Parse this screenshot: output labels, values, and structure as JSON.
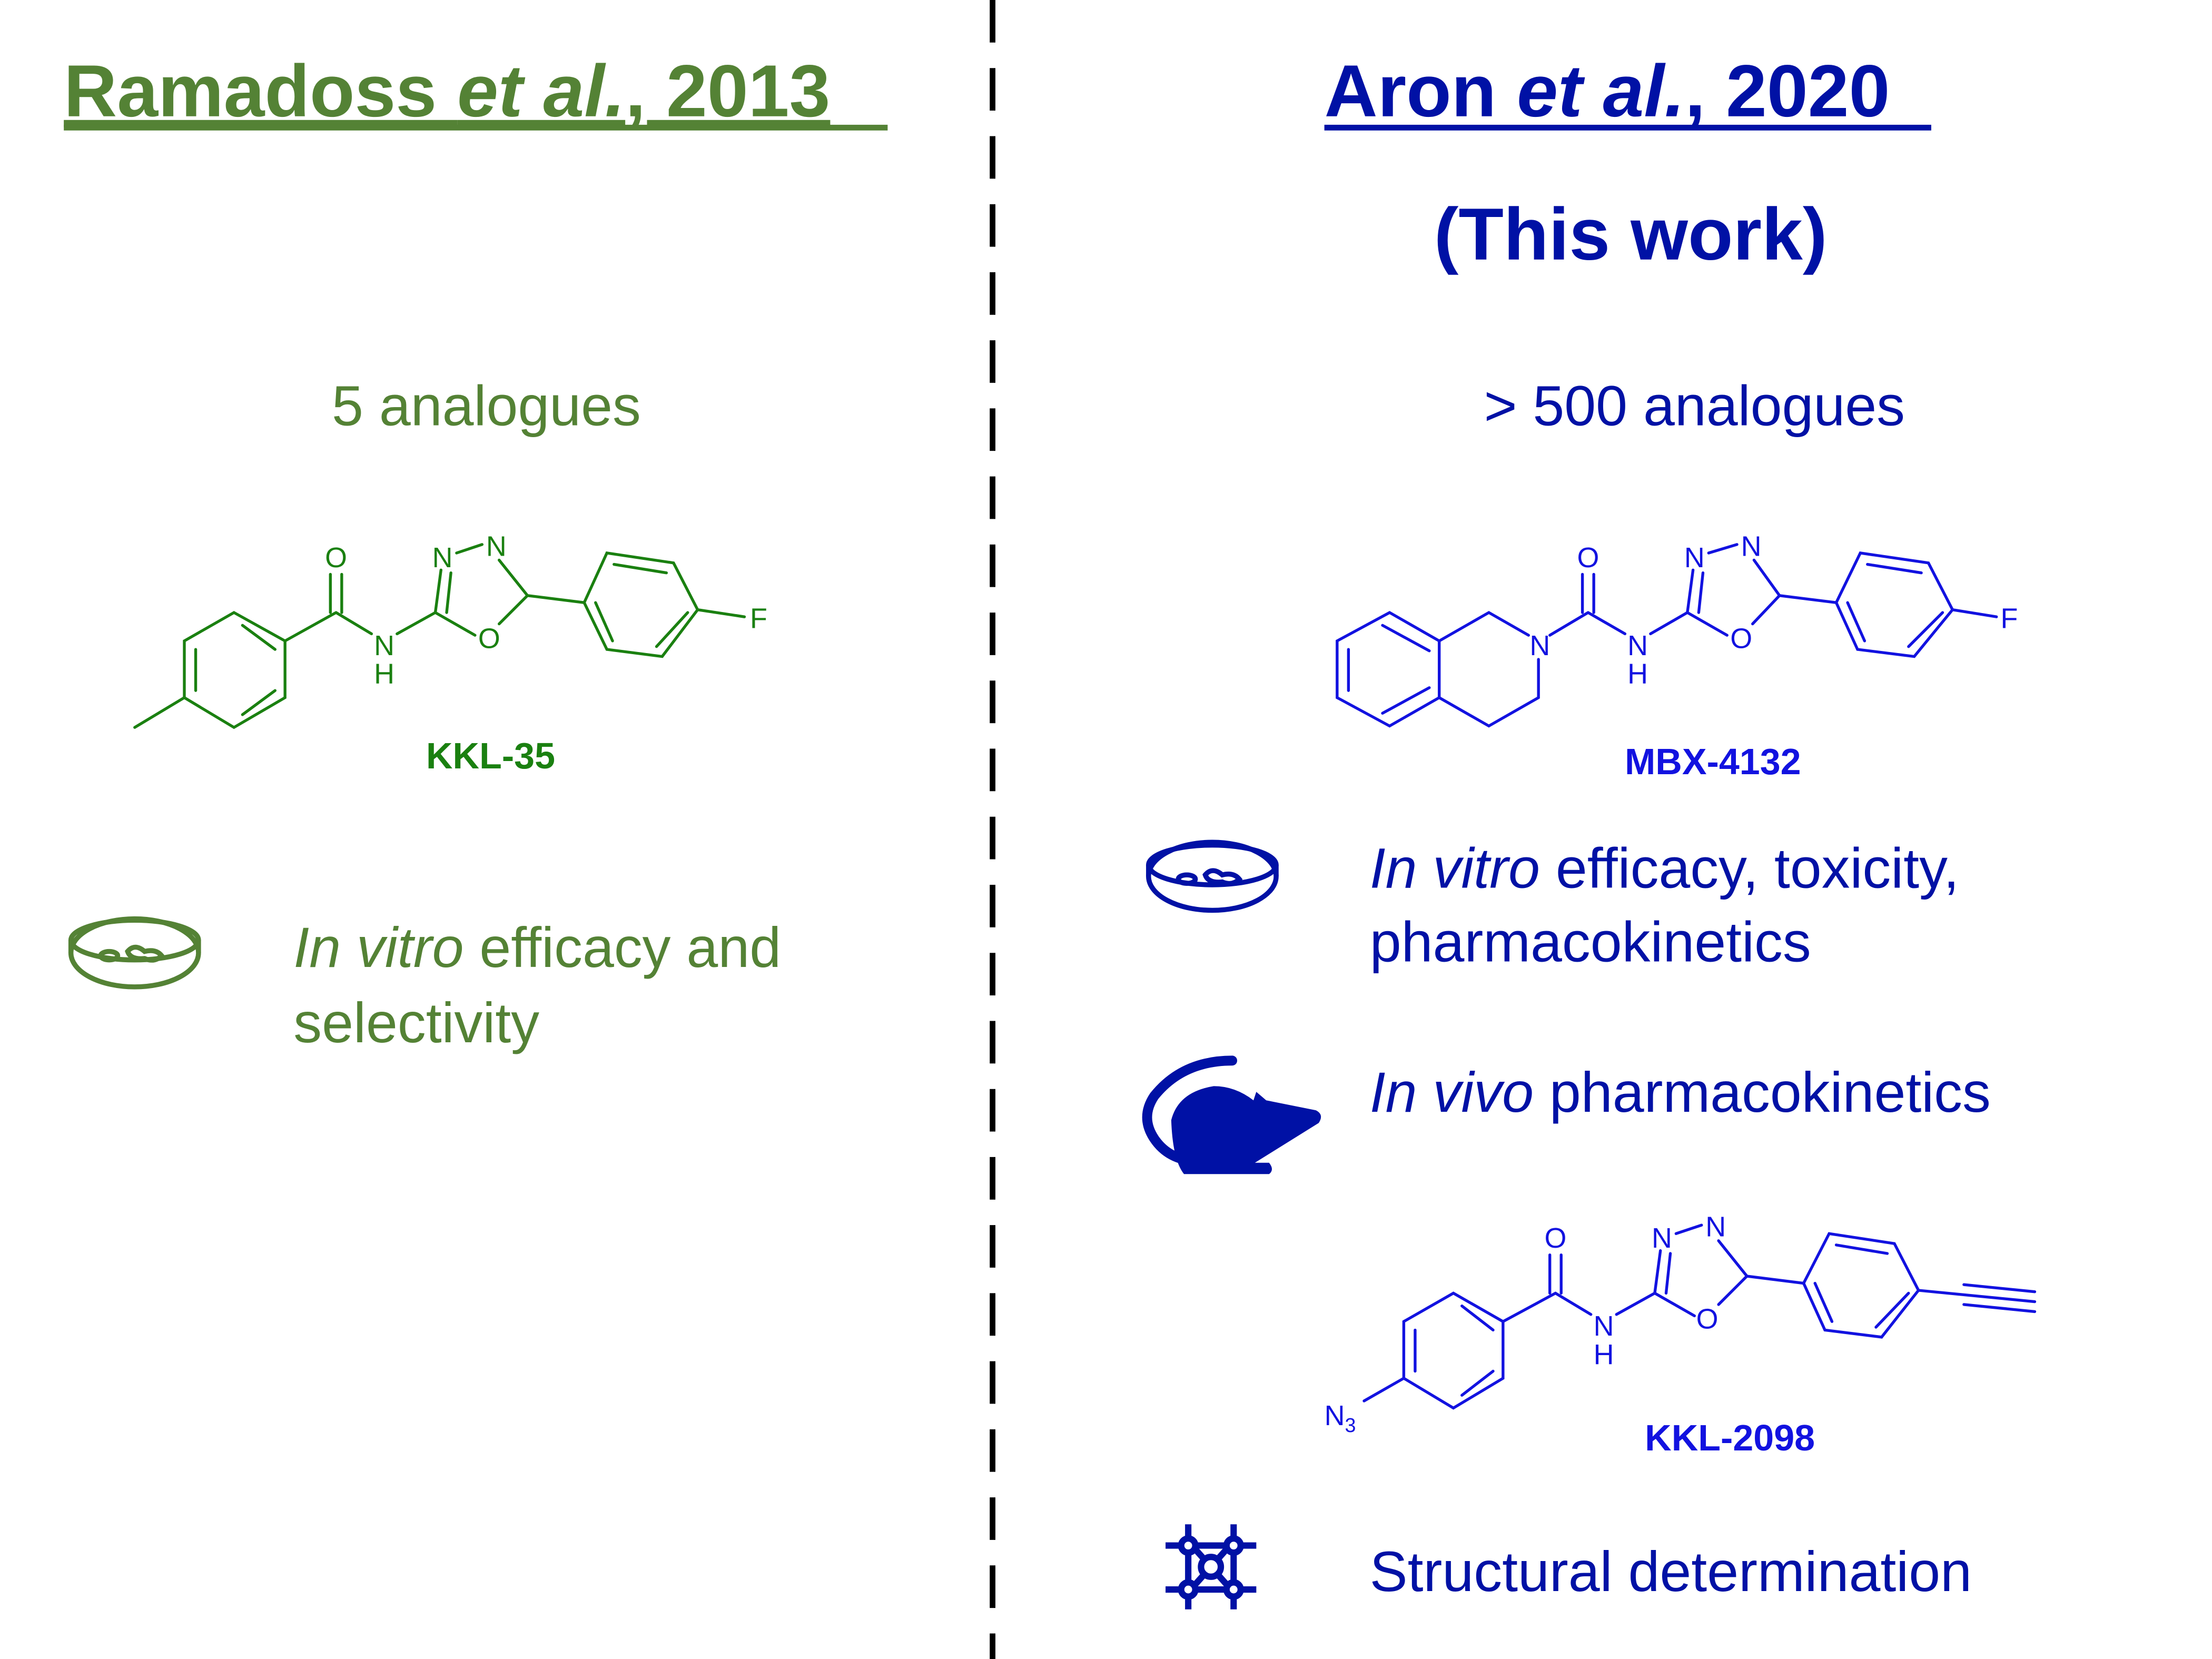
{
  "left": {
    "title_name": "Ramadoss ",
    "title_etal": "et al.",
    "title_year": ", 2013",
    "count": "5 analogues",
    "compound": "KKL-35",
    "feature_italic": "In vitro",
    "feature_rest": " efficacy and",
    "feature_line2": "selectivity",
    "icon": "petri-dish-icon",
    "color": "#548235"
  },
  "right": {
    "title_name": "Aron ",
    "title_etal": "et al.",
    "title_year": ", 2020",
    "subtitle": "(This work)",
    "count": "> 500 analogues",
    "compound1": "MBX-4132",
    "compound2": "KKL-2098",
    "features": [
      {
        "italic": "In vitro",
        "rest": " efficacy, toxicity,",
        "line2": "pharmacokinetics",
        "icon": "petri-dish-icon"
      },
      {
        "italic": "In vivo",
        "rest": " pharmacokinetics",
        "icon": "mouse-icon"
      },
      {
        "italic": "",
        "rest": "Structural determination",
        "icon": "molecule-structure-icon"
      }
    ],
    "color": "#0011a5"
  },
  "atoms": {
    "O": "O",
    "N": "N",
    "H": "H",
    "F": "F",
    "N3": "N",
    "sub3": "3"
  }
}
